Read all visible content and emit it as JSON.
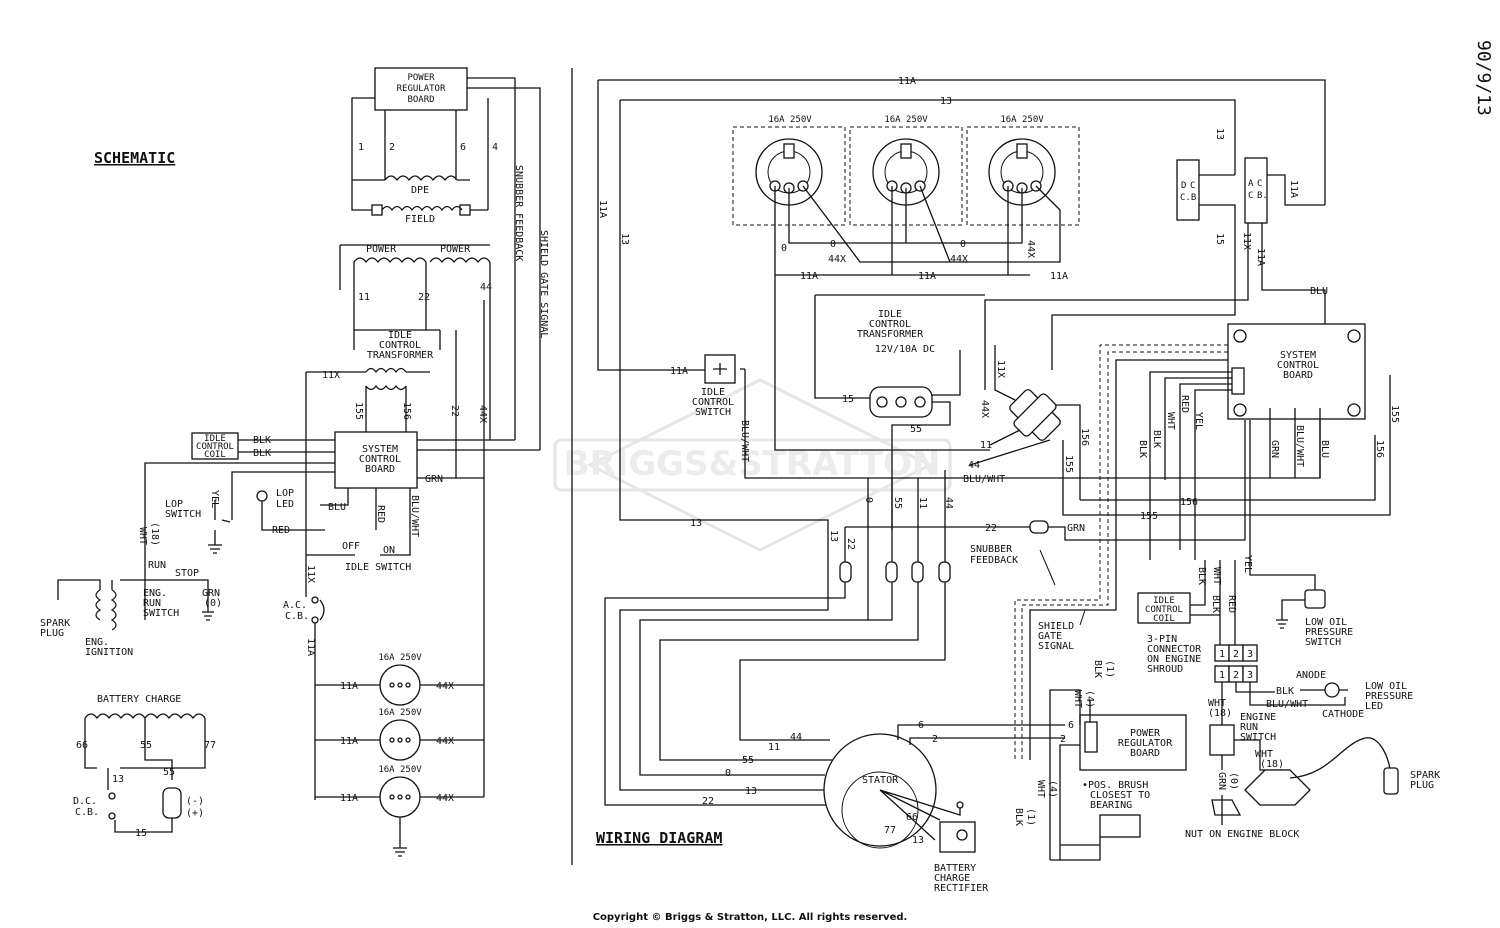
{
  "doc_number": "90/9/13",
  "schematic": {
    "title": "SCHEMATIC",
    "power_regulator_board": [
      "POWER",
      "REGULATOR",
      "BOARD"
    ],
    "wire_1": "1",
    "wire_2": "2",
    "wire_6": "6",
    "wire_4": "4",
    "dpe": "DPE",
    "field": "FIELD",
    "snubber_feedback": "SNUBBER FEEDBACK",
    "shield_gate_signal": "SHIELD GATE SIGNAL",
    "power_1": "POWER",
    "power_2": "POWER",
    "wire_11": "11",
    "wire_22": "22",
    "wire_44": "44",
    "idle_control_transformer": [
      "IDLE",
      "CONTROL",
      "TRANSFORMER"
    ],
    "wire_11x": "11X",
    "wire_155": "155",
    "wire_156": "156",
    "idle_control_coil": [
      "IDLE",
      "CONTROL",
      "COIL"
    ],
    "blk_1": "BLK",
    "blk_2": "BLK",
    "system_control_board": [
      "SYSTEM",
      "CONTROL",
      "BOARD"
    ],
    "grn": "GRN",
    "blu": "BLU",
    "red": "RED",
    "red_2": "RED",
    "blu_wht": "BLU/WHT",
    "lop_switch": [
      "LOP",
      "SWITCH"
    ],
    "yel": "YEL",
    "lop_led": [
      "LOP",
      "LED"
    ],
    "wht_18": [
      "WHT",
      "(18)"
    ],
    "off": "OFF",
    "on": "ON",
    "idle_switch": "IDLE SWITCH",
    "run": "RUN",
    "stop": "STOP",
    "grn_0": [
      "GRN",
      "(0)"
    ],
    "eng_run_switch": [
      "ENG.",
      "RUN",
      "SWITCH"
    ],
    "spark_plug": [
      "SPARK",
      "PLUG"
    ],
    "eng_ignition": [
      "ENG.",
      "IGNITION"
    ],
    "ac_cb": [
      "A.C.",
      "C.B."
    ],
    "wire_11a": "11A",
    "wire_44x": "44X",
    "receptacle": "16A 250V",
    "battery_charge": "BATTERY CHARGE",
    "wire_66": "66",
    "wire_55": "55",
    "wire_77": "77",
    "wire_13": "13",
    "wire_15": "15",
    "dc_cb": [
      "D.C.",
      "C.B."
    ],
    "minus": "(-)",
    "plus": "(+)"
  },
  "wiring": {
    "title": "WIRING DIAGRAM",
    "wire_11a": "11A",
    "wire_13": "13",
    "wire_0": "0",
    "wire_44x": "44X",
    "receptacle": "16A 250V",
    "dc_cb": [
      "D",
      "C",
      "C.B."
    ],
    "ac_cb": [
      "A",
      "C",
      "C",
      "B."
    ],
    "wire_15": "15",
    "wire_11x": "11X",
    "blu": "BLU",
    "idle_control_transformer": [
      "IDLE",
      "CONTROL",
      "TRANSFORMER"
    ],
    "dc_12v": "12V/10A DC",
    "idle_control_switch": [
      "IDLE",
      "CONTROL",
      "SWITCH"
    ],
    "blu_wht": "BLU/WHT",
    "wire_55": "55",
    "wire_44": "44",
    "wire_11": "11",
    "system_control_board": [
      "SYSTEM",
      "CONTROL",
      "BOARD"
    ],
    "blk": "BLK",
    "wht": "WHT",
    "red": "RED",
    "yel": "YEL",
    "grn": "GRN",
    "wire_156": "156",
    "wire_155": "155",
    "wire_22": "22",
    "snubber_feedback": [
      "SNUBBER",
      "FEEDBACK"
    ],
    "shield_gate_signal": [
      "SHIELD",
      "GATE",
      "SIGNAL"
    ],
    "idle_control_coil": [
      "IDLE",
      "CONTROL",
      "COIL"
    ],
    "low_oil_pressure_switch": [
      "LOW OIL",
      "PRESSURE",
      "SWITCH"
    ],
    "three_pin_connector": [
      "3-PIN",
      "CONNECTOR",
      "ON ENGINE",
      "SHROUD"
    ],
    "pins": [
      "1",
      "2",
      "3"
    ],
    "anode": "ANODE",
    "cathode": "CATHODE",
    "low_oil_pressure_led": [
      "LOW OIL",
      "PRESSURE",
      "LED"
    ],
    "wht_18": [
      "WHT",
      "(18)"
    ],
    "engine_run_switch": [
      "ENGINE",
      "RUN",
      "SWITCH"
    ],
    "wht_4": [
      "WHT",
      "(4)"
    ],
    "blk_1": [
      "BLK",
      "(1)"
    ],
    "power_regulator_board": [
      "POWER",
      "REGULATOR",
      "BOARD"
    ],
    "wire_6": "6",
    "wire_2": "2",
    "pos_brush": [
      "•POS. BRUSH",
      "CLOSEST TO",
      "BEARING"
    ],
    "grn_0": [
      "GRN",
      "(0)"
    ],
    "spark_plug": [
      "SPARK",
      "PLUG"
    ],
    "nut_on_engine_block": "NUT ON ENGINE BLOCK",
    "stator": "STATOR",
    "wire_66": "66",
    "wire_77": "77",
    "battery_charge_rectifier": [
      "BATTERY",
      "CHARGE",
      "RECTIFIER"
    ]
  },
  "watermark": "BRIGGS&STRATTON",
  "copyright": "Copyright © Briggs & Stratton, LLC. All rights reserved."
}
